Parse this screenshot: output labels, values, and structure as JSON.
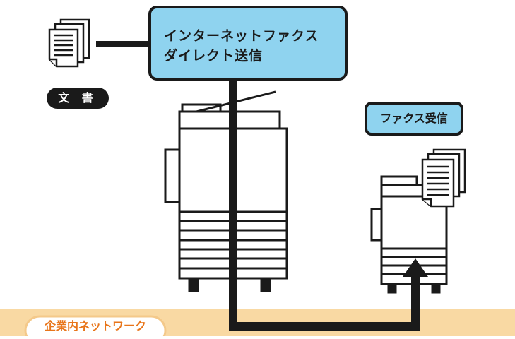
{
  "send_box": {
    "line1": "インターネットファクス",
    "line2": "ダイレクト送信"
  },
  "document_label": "文 書",
  "receive_box": {
    "label": "ファクス受信"
  },
  "network_label": "企業内ネットワーク",
  "colors": {
    "box_fill": "#8fd3ef",
    "network_band": "#f9d9a3",
    "network_label_text": "#e8751a",
    "dark": "#1a1a1a"
  },
  "icons": [
    "document-stack-icon",
    "mfp-printer-icon",
    "fax-printer-icon",
    "arrow-up-icon"
  ]
}
